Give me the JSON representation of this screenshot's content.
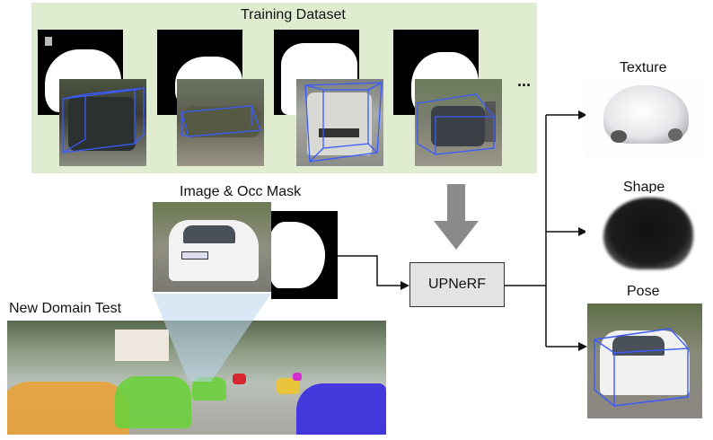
{
  "labels": {
    "training_dataset": "Training Dataset",
    "ellipsis": "...",
    "image_occ_mask": "Image & Occ Mask",
    "new_domain_test": "New Domain Test",
    "upnerf": "UPNeRF",
    "texture": "Texture",
    "shape": "Shape",
    "pose": "Pose"
  },
  "colors": {
    "training_panel": "#dfeccf",
    "bbox_blue": "#3a5bff",
    "arrow_gray": "#8a8a8a",
    "node_fill": "#e3e3e3",
    "seg_orange": "#e8a23a",
    "seg_green": "#6ccf3c",
    "seg_blue": "#3a2ee0",
    "seg_red": "#d8262e",
    "seg_magenta": "#d62fd0"
  },
  "icons": {
    "down_arrow": "down-arrow-icon",
    "right_arrow": "arrow-right-icon"
  }
}
